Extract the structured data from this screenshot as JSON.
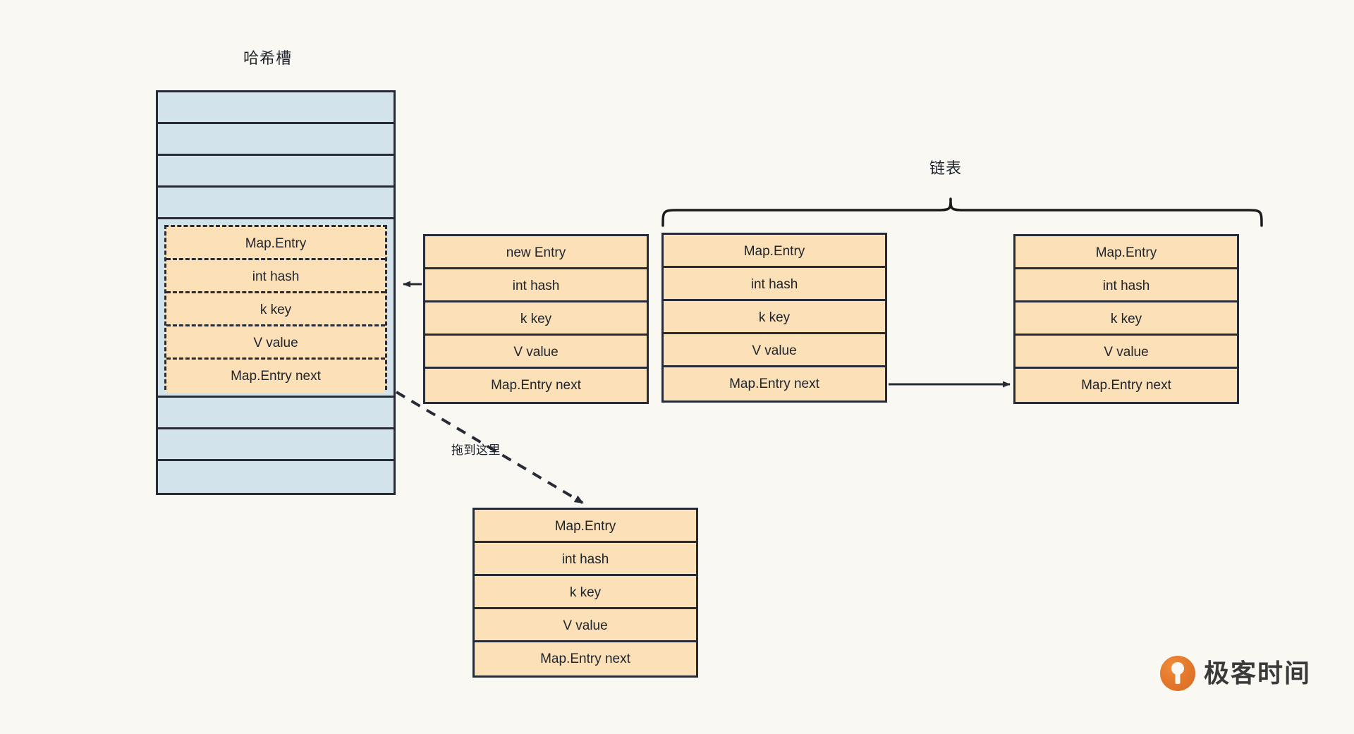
{
  "diagram": {
    "title_hash_slot": "哈希槽",
    "title_linked_list": "链表",
    "drag_hint": "拖到这里"
  },
  "colors": {
    "background": "#faf8f3",
    "slot_fill": "#d3e3ec",
    "entry_fill": "#fbe0b8",
    "stroke": "#262b36",
    "logo_orange": "#e2762a"
  },
  "hash_slot": {
    "empty_slots_above": 4,
    "empty_slots_below": 3,
    "occupied_slot_index": 5
  },
  "entries": {
    "slot_entry": {
      "rows": [
        "Map.Entry",
        "int hash",
        "k key",
        "V value",
        "Map.Entry next"
      ]
    },
    "new_entry": {
      "rows": [
        "new Entry",
        "int hash",
        "k key",
        "V value",
        "Map.Entry next"
      ]
    },
    "chain_entry_1": {
      "rows": [
        "Map.Entry",
        "int hash",
        "k key",
        "V value",
        "Map.Entry next"
      ]
    },
    "chain_entry_2": {
      "rows": [
        "Map.Entry",
        "int hash",
        "k key",
        "V value",
        "Map.Entry next"
      ]
    },
    "dragged_entry": {
      "rows": [
        "Map.Entry",
        "int hash",
        "k key",
        "V value",
        "Map.Entry next"
      ]
    }
  },
  "logo": {
    "text": "极客时间",
    "mark": "geektime-circle-icon"
  }
}
